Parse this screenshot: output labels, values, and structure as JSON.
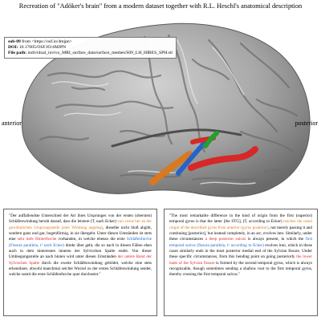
{
  "title": "Recreation of \"Adöker's brain\" from a modern dataset together with R.L. Heschl's anatomical description",
  "meta": {
    "subject_label": "sub-09",
    "subject_rest": " from <https://osf.io/4mjpn>",
    "doi_label": "DOI:",
    "doi_value": " 10.17605/OSF.IO/4MJPN",
    "path_label": "File path:",
    "path_value": " individual_invivo_MRI_surface_data/surface_meshes/S09_LH_HIRES_SPH.stl"
  },
  "orientation": {
    "anterior": "anterior",
    "posterior": "posterior"
  },
  "colors": {
    "orange": "#d9781d",
    "red": "#d62828",
    "blue": "#2563c9",
    "green": "#22a02b",
    "brain_base": "#a9a9a9"
  },
  "german_text": {
    "p1": "\"Der auffallendste Unterschied der Art ihres Ursprunges von der ersten (obersten) Schläfenwindung beruht darauf, dass die letztere (T, nach Ecker) ",
    "o1": "von vorne her an der gewöhnlichen Ursprungsstelle jener Windung angelegt",
    "p2": ", dieselbe nicht bloß abgibt, sondern ganz und gar, bogenförmig, in sie übergeht. Unter diesen Umständen ist stets eine ",
    "r1": "sehr tiefe Hinterfurche",
    "p3": " vorhanden, in welche ebenso die erste ",
    "b1": "Schläfenfurche (Fissura parallela, t¹ nach Ecker)",
    "p4": " direkt über geht, die so nach in diesen Fällen eben auch in dem hinteresten inneren der Sylvischen Spalte endet. Von dieser Umbiegungsstelle an nach hinten wird unter diesen Umständen ",
    "r2": "der untere Rand der Sylvischen Spalte",
    "p5": " durch die zweite Schläfenwindung gebildet, welche eine stets erkennbare, obwohl manchmal seichte Wurzel zu der ersten Schläfenwindung sendet, welche somit die erste Schläfenfurche quer durchsetzt.\""
  },
  "english_text": {
    "p1": "\"The most remarkable difference in the kind of origin from the first (superior) temporal gyrus is that the latter [the STG], (T, according to Ecker) ",
    "o1": "reaches the usual origin of the described gyrus from anterior (gyrus posterior)",
    "p2": ", not merely passing it and continuing [posterior], but instead completely, in an arc, evolves into. Similarly, under these circumstances ",
    "r1": "a deep posterior sulcus",
    "p3": " is always present, in which the ",
    "b1": "first temporal sulcus (fissura parallela, t¹ according to Ecker)",
    "p4": " evolves into, which in these cases similarly ends in the most posterior medial end of the Sylvian fissure. Under these specific circumstances, from this bending point on going posteriorly ",
    "r2": "the lower bank of the Sylvian fissure",
    "p5": " is formed by the second temporal gyrus, which is always recognizable, though sometimes sending a shallow root to the first temporal gyrus, thereby crossing the first temporal sulcus.\""
  }
}
